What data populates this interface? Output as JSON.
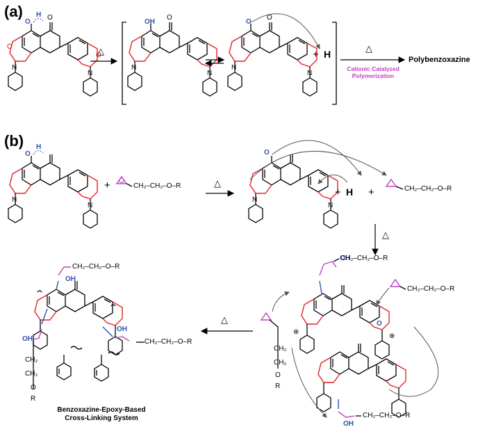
{
  "panels": {
    "a": "(a)",
    "b": "(b)"
  },
  "heat": "△",
  "labels": {
    "polybenzoxazine": "Polybenzoxazine",
    "cationic_line1": "Cationic Catalyzed",
    "cationic_line2": "Polymerization",
    "system_line1": "Benzoxazine-Epoxy-Based",
    "system_line2": "Cross-Linking System"
  },
  "atoms": {
    "O": "O",
    "N": "N",
    "OH": "OH",
    "H": "H",
    "Hplus": "H",
    "plus": "+",
    "ominus": "O",
    "R": "R",
    "oplus": "⊕"
  },
  "chains": {
    "epoxy_chain": "CH₂–CH₂–O–R",
    "pendant_chain": "CH₂–CH₂–O–R",
    "vertical_ch2": "CH₂",
    "vertical_o": "O"
  },
  "colors": {
    "oxazine": "#e02424",
    "epoxide": "#c040c0",
    "hydroxyl": "#3050b0",
    "text": "#000000"
  }
}
